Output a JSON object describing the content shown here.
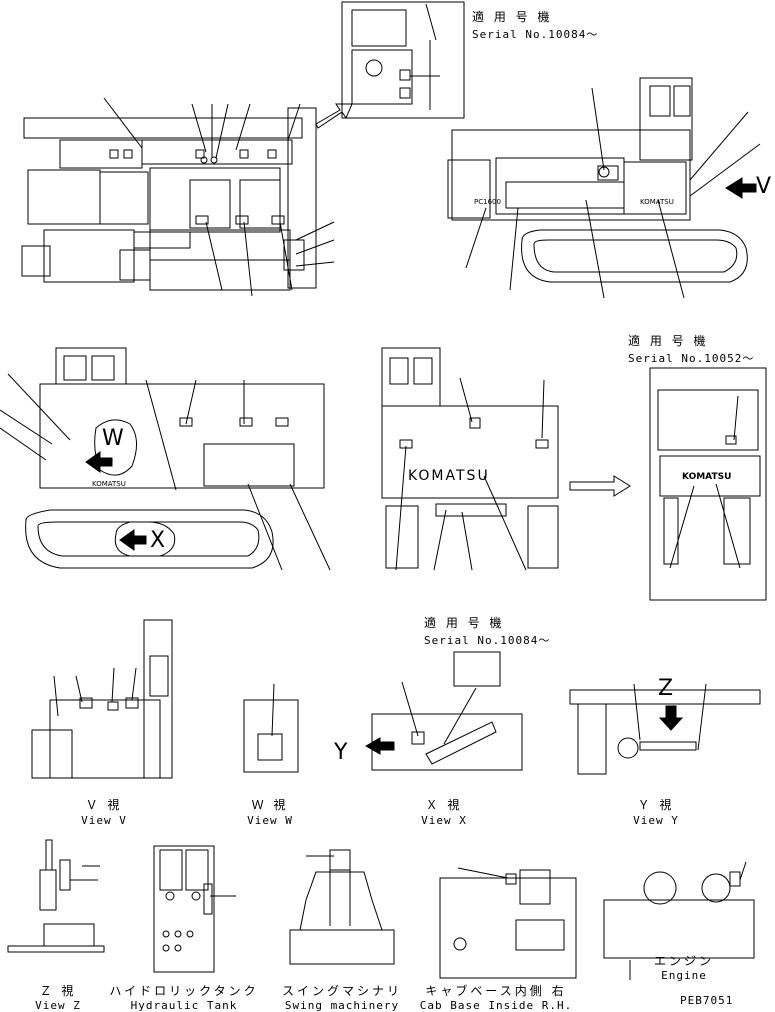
{
  "serial_notes": {
    "top_right": {
      "jp": "適 用 号 機",
      "en": "Serial No.10084～"
    },
    "middle_right": {
      "jp": "適 用 号 機",
      "en": "Serial No.10052～"
    },
    "middle_x": {
      "jp": "適 用 号 機",
      "en": "Serial No.10084～"
    }
  },
  "view_markers": {
    "v": "V",
    "w": "W",
    "x": "X",
    "y": "Y",
    "z": "Z"
  },
  "brand": {
    "side": "KOMATSU",
    "rear": "KOMATSU",
    "rear_detail": "KOMATSU",
    "model": "PC1600"
  },
  "views": [
    {
      "id": "v",
      "jp": "Ｖ 視",
      "en": "View V"
    },
    {
      "id": "w",
      "jp": "Ｗ 視",
      "en": "View W"
    },
    {
      "id": "x",
      "jp": "Ｘ 視",
      "en": "View X"
    },
    {
      "id": "y",
      "jp": "Ｙ 視",
      "en": "View Y"
    }
  ],
  "details": [
    {
      "id": "z",
      "jp": "Ｚ 視",
      "en": "View Z"
    },
    {
      "id": "hydraulic",
      "jp": "ハイドロリックタンク",
      "en": "Hydraulic Tank"
    },
    {
      "id": "swing",
      "jp": "スイングマシナリ",
      "en": "Swing machinery"
    },
    {
      "id": "cab",
      "jp": "キャブベース内側 右",
      "en": "Cab Base Inside R.H."
    },
    {
      "id": "engine",
      "jp": "エンジン",
      "en": "Engine"
    }
  ],
  "part_code": "PEB7051"
}
